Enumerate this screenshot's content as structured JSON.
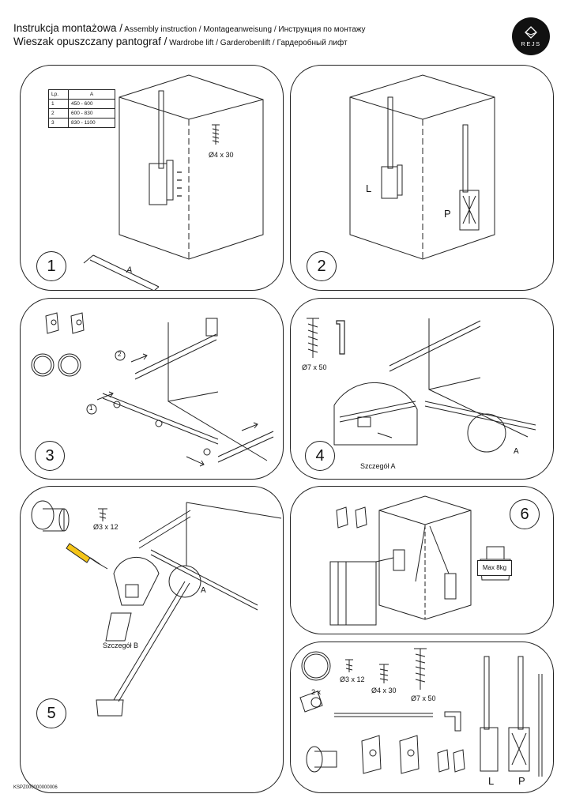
{
  "header": {
    "line1_main": "Instrukcja montażowa /",
    "line1_rest": " Assembly instruction / Montageanweisung / Инструкция по монтажу",
    "line2_main": "Wieszak opuszczany pantograf /",
    "line2_rest": " Wardrobe lift / Garderobenlift / Гардеробный лифт"
  },
  "logo": {
    "text": "REJS",
    "icon": "diamond-logo-icon"
  },
  "table": {
    "headers": [
      "Lp.",
      "A"
    ],
    "rows": [
      [
        "1",
        "450 - 600"
      ],
      [
        "2",
        "600 - 830"
      ],
      [
        "3",
        "830 - 1100"
      ]
    ]
  },
  "steps": {
    "s1": {
      "number": "1",
      "screw": "Ø4 x 30",
      "dim": "A"
    },
    "s2": {
      "number": "2",
      "left": "L",
      "right": "P"
    },
    "s3": {
      "number": "3",
      "arrow1": "1",
      "arrow2": "2"
    },
    "s4": {
      "number": "4",
      "screw": "Ø7 x 50",
      "detail": "Szczegół A",
      "mark": "A"
    },
    "s5": {
      "number": "5",
      "screw": "Ø3 x 12",
      "detail": "Szczegół B",
      "mark": "A"
    },
    "s6": {
      "number": "6",
      "max": "Max 8kg"
    }
  },
  "parts": {
    "ring_qty": "2 x",
    "screw_small": "Ø3 x 12",
    "screw_medium": "Ø4 x 30",
    "screw_large": "Ø7 x 50",
    "left": "L",
    "right": "P"
  },
  "footer": {
    "code": "KSPZ000000000006"
  }
}
